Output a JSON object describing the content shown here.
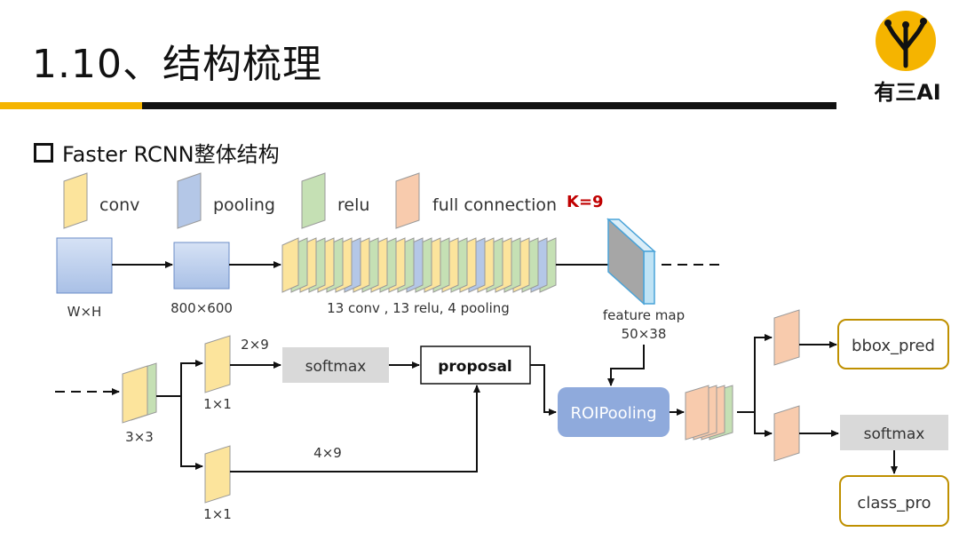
{
  "slide": {
    "title": "1.10、结构梳理",
    "section_title": "Faster RCNN整体结构",
    "logo_text": "有三AI"
  },
  "legend": {
    "conv": "conv",
    "pooling": "pooling",
    "relu": "relu",
    "fc": "full connection"
  },
  "colors": {
    "conv": "#fce49c",
    "pooling": "#b4c7e7",
    "relu": "#c5e0b4",
    "fc": "#f8cbad",
    "roi_pool": "#8faadc",
    "gray_box": "#d9d9d9",
    "out_border": "#bf9000",
    "k_red": "#c00000",
    "accent": "#f5b400"
  },
  "top_row": {
    "input_label": "W×H",
    "resized_label": "800×600",
    "backbone_label": "13 conv , 13 relu, 4 pooling",
    "k_label": "K=9",
    "feature_map_label": "feature map",
    "feature_map_size": "50×38"
  },
  "rpn": {
    "conv3_label": "3×3",
    "cls_conv_label": "1×1",
    "cls_out": "2×9",
    "reg_conv_label": "1×1",
    "reg_out": "4×9",
    "softmax": "softmax",
    "proposal": "proposal"
  },
  "head": {
    "roi_pooling": "ROIPooling",
    "bbox_pred": "bbox_pred",
    "softmax": "softmax",
    "class_pro": "class_pro"
  }
}
